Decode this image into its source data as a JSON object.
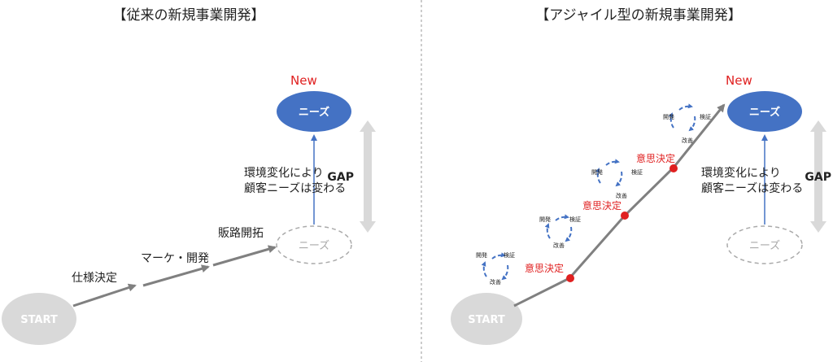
{
  "left": {
    "title": "【従来の新規事業開発】",
    "new_label": "New",
    "needs_label": "ニーズ",
    "old_needs_label": "ニーズ",
    "start_label": "START",
    "step1": "仕様決定",
    "step2": "マーケ・開発",
    "step3": "販路開拓",
    "change_line1": "環境変化により",
    "change_line2": "顧客ニーズは変わる",
    "gap_label": "GAP"
  },
  "right": {
    "title": "【アジャイル型の新規事業開発】",
    "new_label": "New",
    "needs_label": "ニーズ",
    "old_needs_label": "ニーズ",
    "start_label": "START",
    "decision_label": "意思決定",
    "cycle_dev": "開発",
    "cycle_verify": "検証",
    "cycle_improve": "改善",
    "change_line1": "環境変化により",
    "change_line2": "顧客ニーズは変わる",
    "gap_label": "GAP"
  },
  "colors": {
    "needs_fill": "#4472c4",
    "arrow_gray": "#808080",
    "gap_gray": "#d9d9d9",
    "red": "#e02020",
    "start_fill": "#d9d9d9"
  }
}
